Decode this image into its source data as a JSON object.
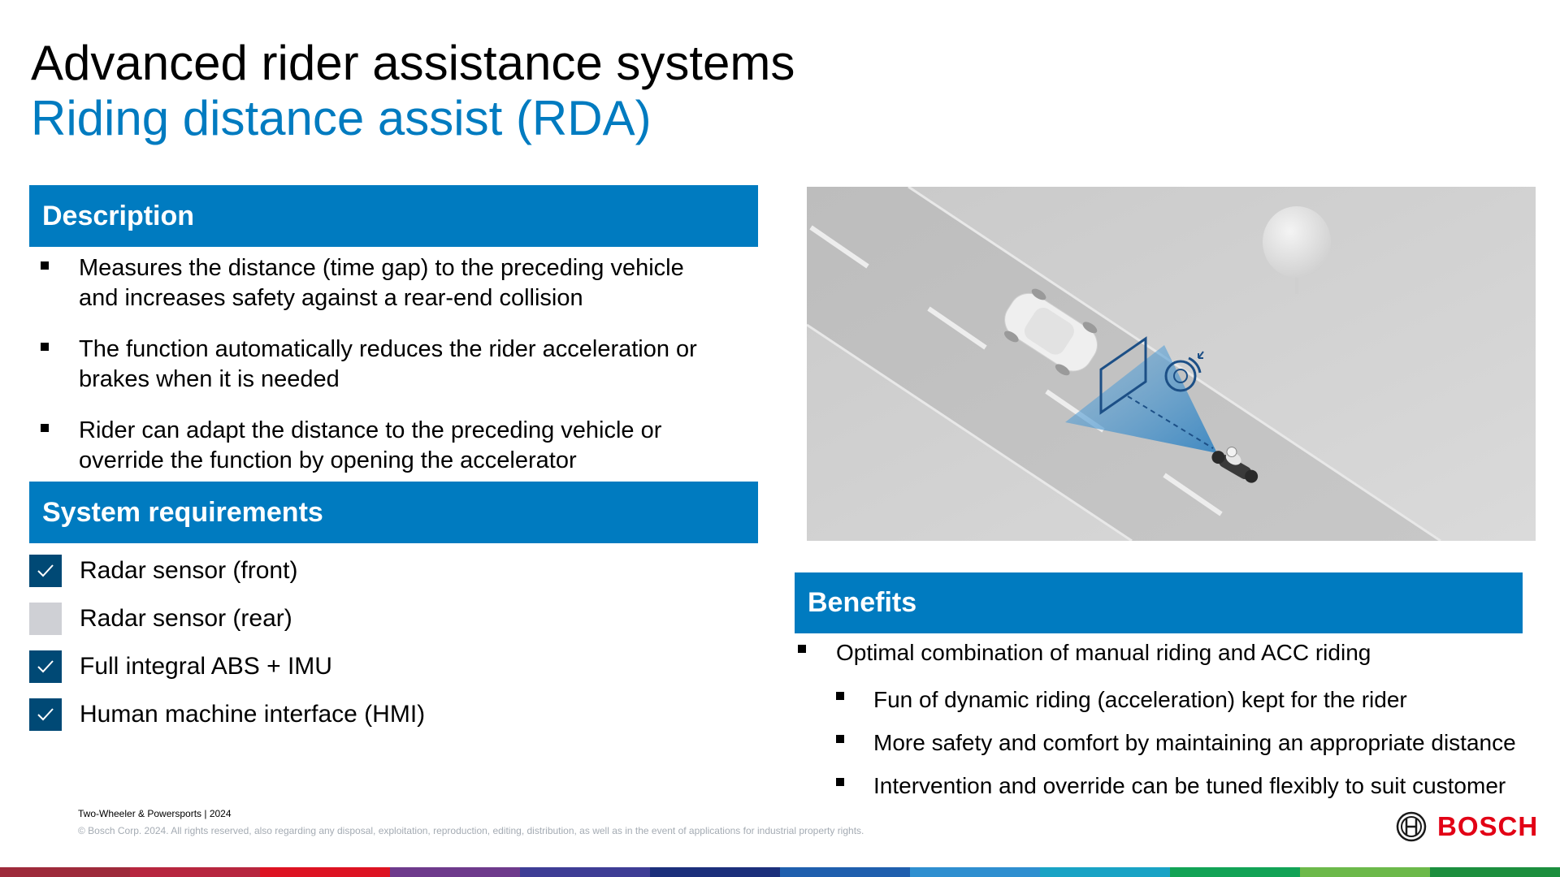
{
  "header": {
    "title": "Advanced rider assistance systems",
    "subtitle": "Riding distance assist (RDA)"
  },
  "description": {
    "heading": "Description",
    "items": [
      {
        "line1": "Measures the distance (time gap) to the preceding vehicle",
        "line2": "and increases safety against a rear-end collision"
      },
      {
        "line1": "The function automatically reduces the rider acceleration or",
        "line2": "brakes when it is needed"
      },
      {
        "line1": "Rider can adapt the distance to the preceding vehicle or",
        "line2": "override the function by opening the accelerator"
      }
    ]
  },
  "requirements": {
    "heading": "System requirements",
    "items": [
      {
        "label": "Radar sensor (front)",
        "checked": true
      },
      {
        "label": "Radar sensor (rear)",
        "checked": false
      },
      {
        "label": "Full integral ABS + IMU",
        "checked": true
      },
      {
        "label": "Human machine interface (HMI)",
        "checked": true
      }
    ]
  },
  "benefits": {
    "heading": "Benefits",
    "main": "Optimal combination of manual riding and ACC riding",
    "sub": [
      "Fun of dynamic riding (acceleration) kept for the rider",
      "More safety and comfort by maintaining an appropriate distance",
      "Intervention and override can be tuned flexibly to suit customer"
    ]
  },
  "footer": {
    "line1": "Two-Wheeler & Powersports | 2024",
    "line2": "© Bosch Corp. 2024. All rights reserved, also regarding any disposal, exploitation, reproduction, editing, distribution, as well as in the event of applications for industrial property rights."
  },
  "logo": {
    "text": "BOSCH"
  },
  "colors": {
    "accent": "#007bc0",
    "checkbox_on": "#004975",
    "checkbox_off": "#cfd0d5",
    "brand_red": "#e20015"
  },
  "bottom_bar_colors": [
    "#9e2a3b",
    "#b7263f",
    "#dd1322",
    "#6e3a8c",
    "#3e3d95",
    "#1b2f7b",
    "#1f5fae",
    "#2f8fd0",
    "#19a3c5",
    "#12a356",
    "#6cb94a",
    "#1c8f3e"
  ]
}
